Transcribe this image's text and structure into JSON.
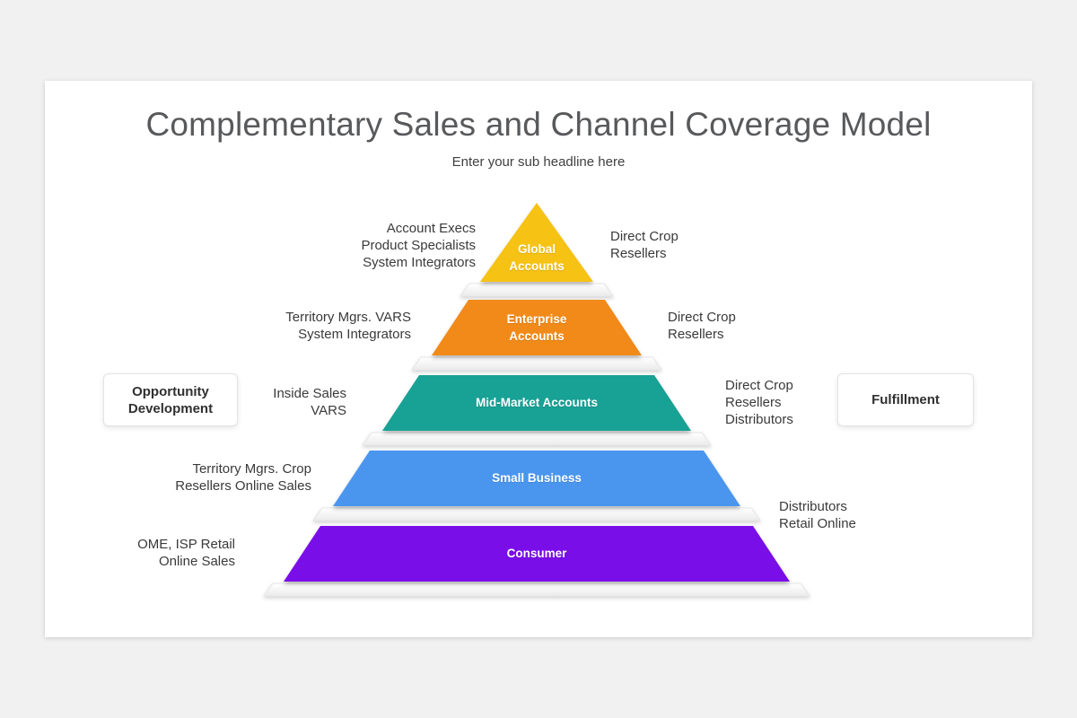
{
  "slide": {
    "title": "Complementary Sales and Channel Coverage Model",
    "subtitle": "Enter your sub headline here"
  },
  "pyramid": {
    "levels": [
      {
        "label": "Global\nAccounts",
        "color": "#F6C213"
      },
      {
        "label": "Enterprise\nAccounts",
        "color": "#F18A19"
      },
      {
        "label": "Mid-Market Accounts",
        "color": "#18A195"
      },
      {
        "label": "Small Business",
        "color": "#4A96EF"
      },
      {
        "label": "Consumer",
        "color": "#7A0EE8"
      }
    ]
  },
  "annotations": {
    "left": [
      {
        "text": "Account Execs\nProduct Specialists\nSystem Integrators"
      },
      {
        "text": "Territory Mgrs. VARS\nSystem Integrators"
      },
      {
        "text": "Inside Sales\nVARS"
      },
      {
        "text": "Territory Mgrs. Crop\nResellers Online Sales"
      },
      {
        "text": "OME, ISP Retail\nOnline Sales"
      }
    ],
    "right": [
      {
        "text": "Direct Crop\nResellers"
      },
      {
        "text": "Direct Crop\nResellers"
      },
      {
        "text": "Direct Crop\nResellers\nDistributors"
      },
      {
        "text": "Distributors\nRetail Online"
      }
    ]
  },
  "boxes": {
    "opportunity": "Opportunity\nDevelopment",
    "fulfillment": "Fulfillment"
  }
}
